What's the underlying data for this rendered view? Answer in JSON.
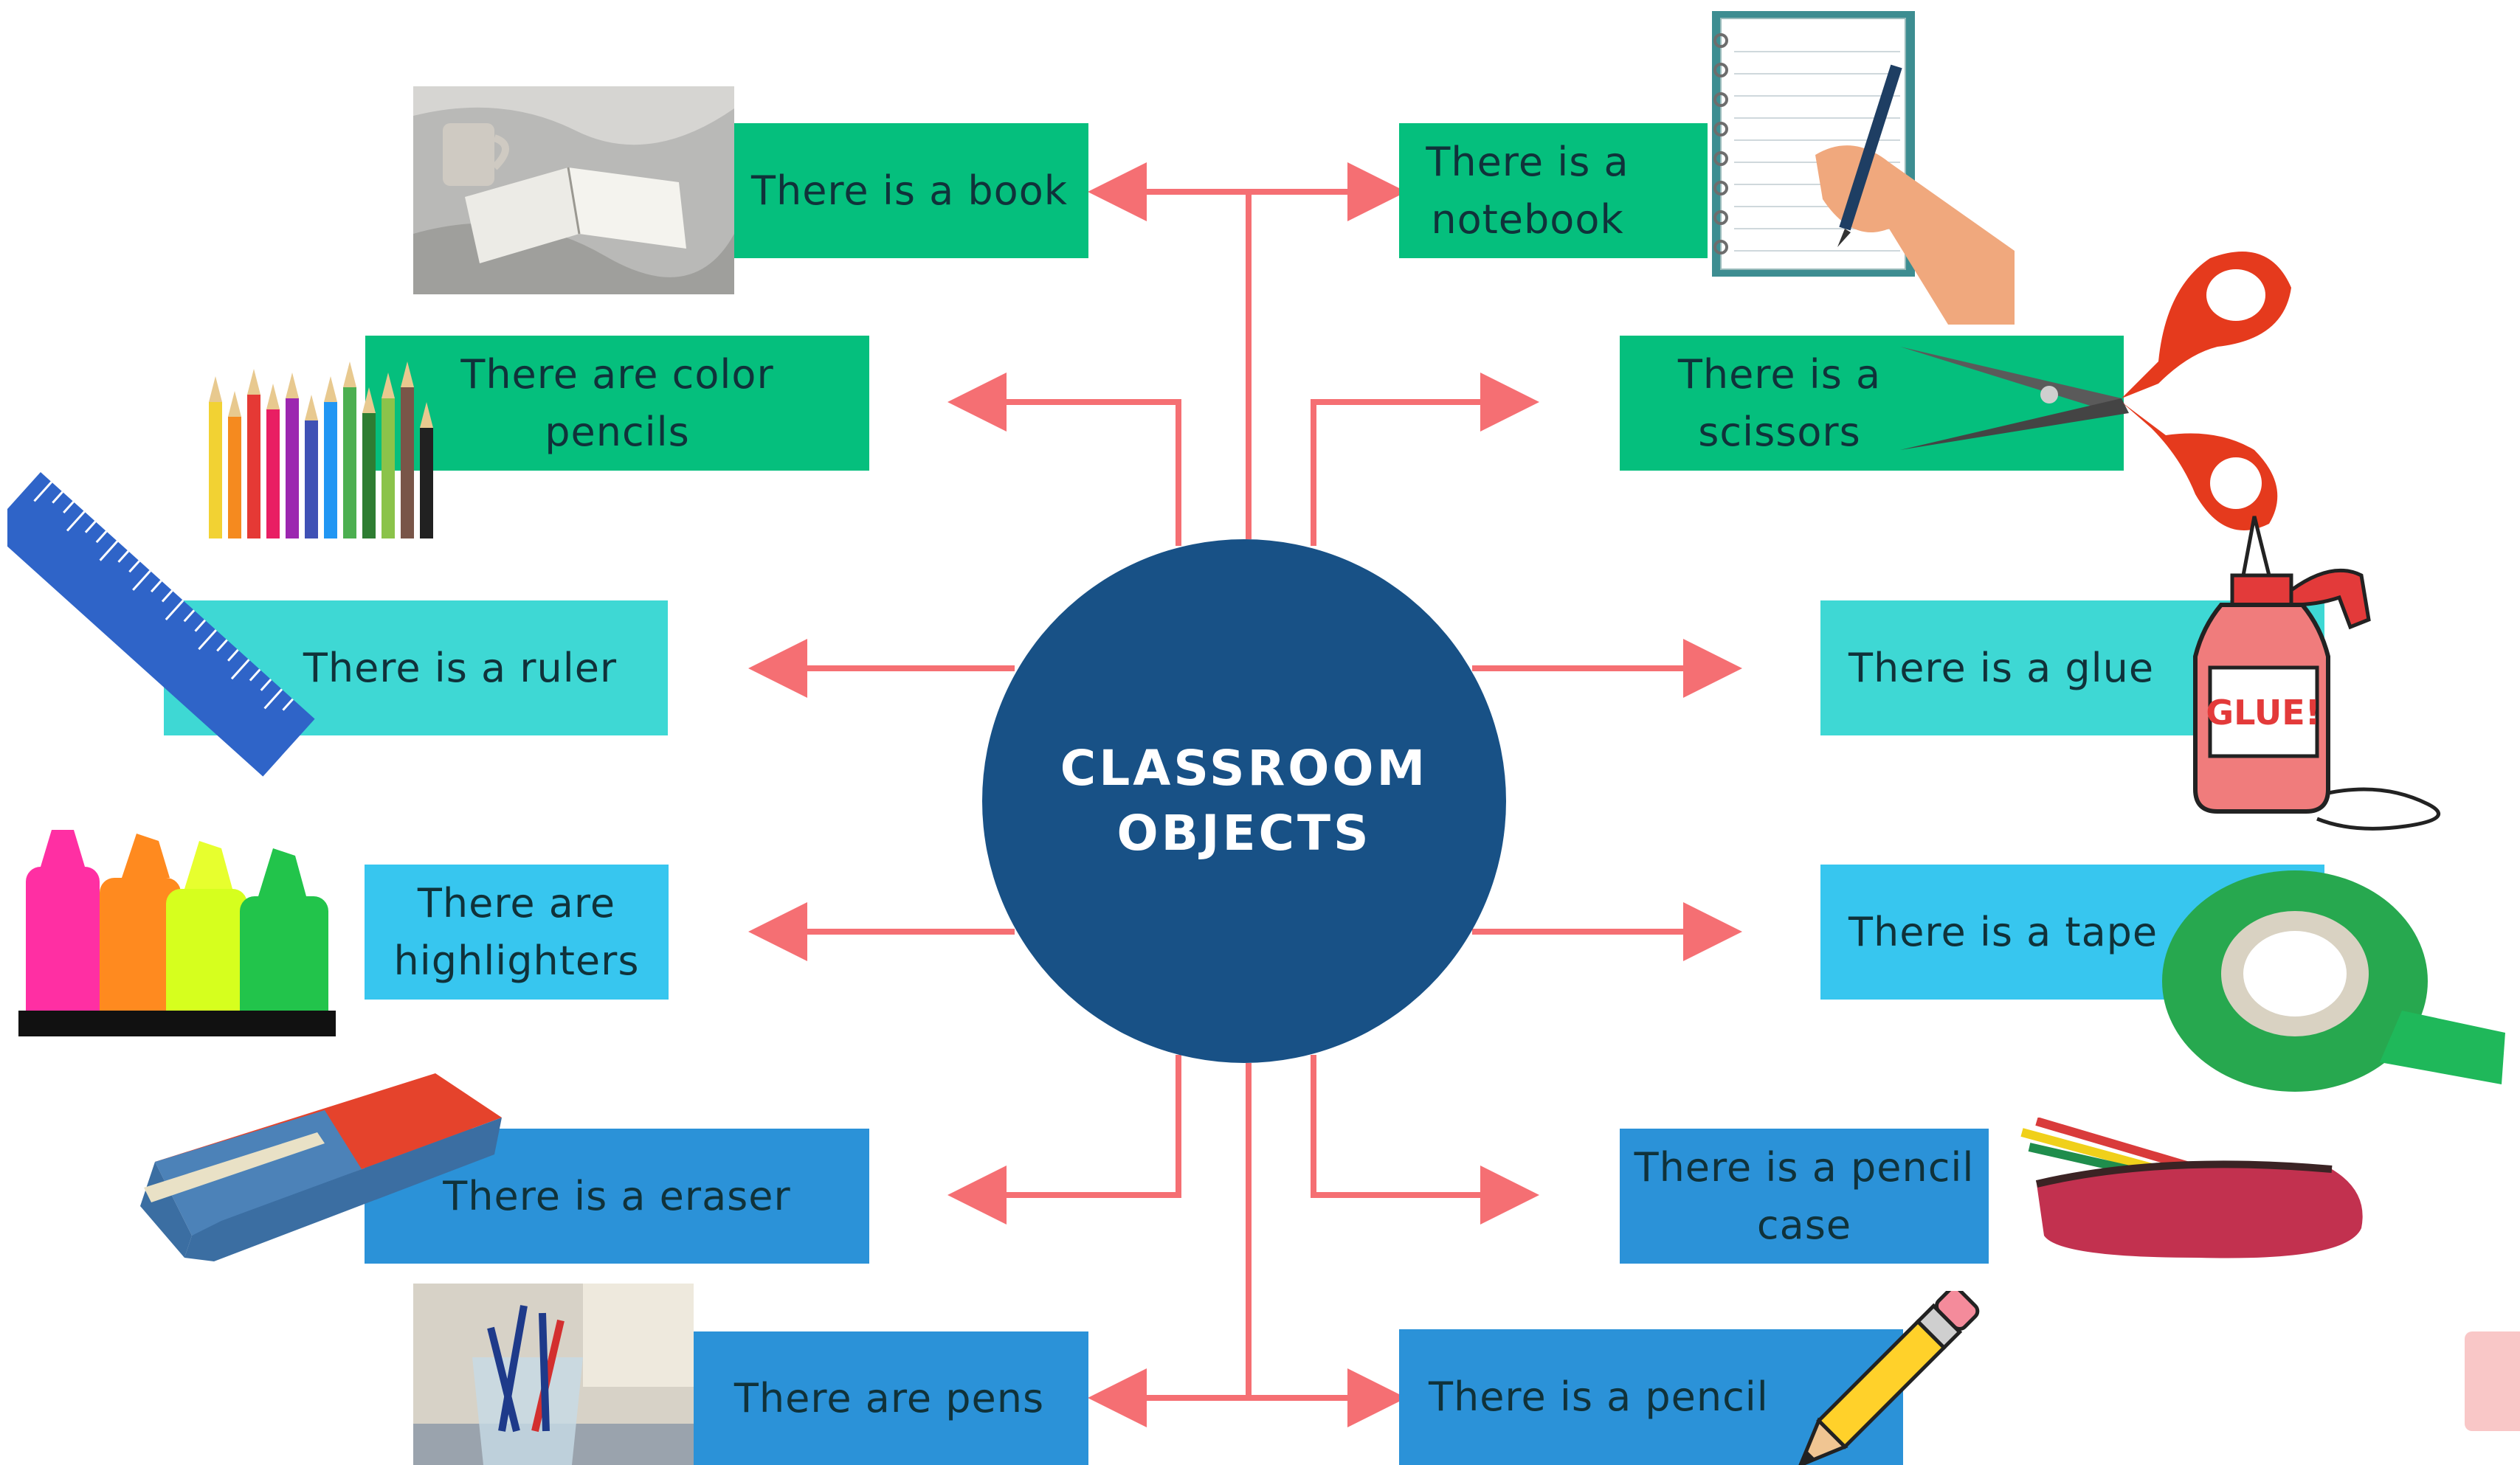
{
  "center": {
    "line1": "CLASSROOM",
    "line2": "OBJECTS"
  },
  "items": {
    "book": "There is a book",
    "notebook_1": "There is a",
    "notebook_2": "notebook",
    "color_pencils_1": "There are color",
    "color_pencils_2": "pencils",
    "scissors_1": "There is a",
    "scissors_2": "scissors",
    "ruler": "There is a ruler",
    "glue": "There is a glue",
    "highlighters_1": "There are",
    "highlighters_2": "highlighters",
    "tape": "There is a tape",
    "eraser": "There is a eraser",
    "pencil_case_1": "There is a pencil",
    "pencil_case_2": "case",
    "pens": "There are pens",
    "pencil": "There is a pencil"
  },
  "art": {
    "glue_label": "GLUE!"
  },
  "colors": {
    "connector": "#f56f73",
    "center_fill": "#185186",
    "green": "#05bf7d",
    "cyan": "#3ed8d4",
    "sky": "#37c6ef",
    "blue": "#2b92d8"
  }
}
